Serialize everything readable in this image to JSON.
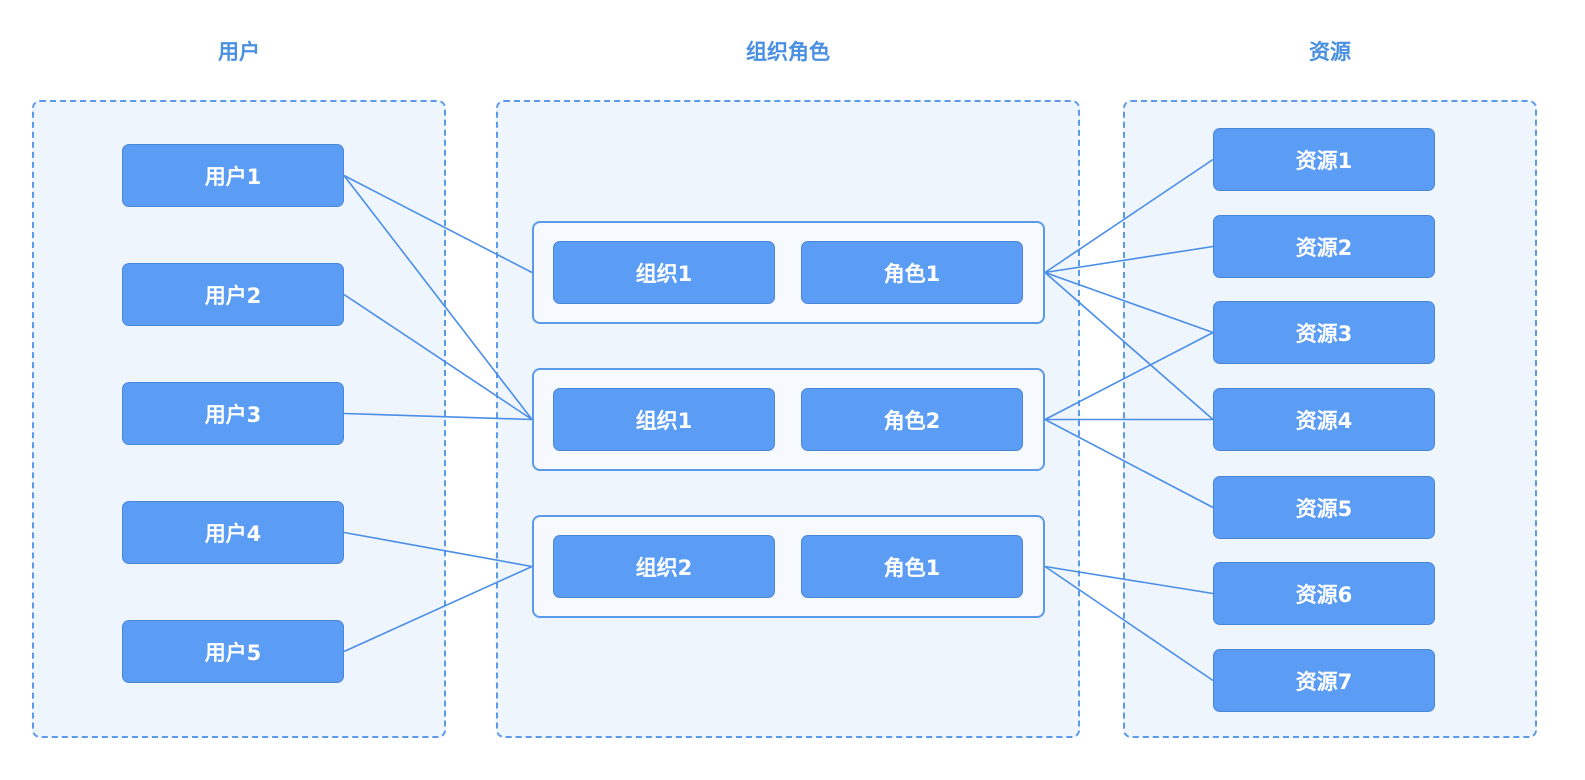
{
  "columns": {
    "users": "用户",
    "org_roles": "组织角色",
    "resources": "资源"
  },
  "users": [
    "用户1",
    "用户2",
    "用户3",
    "用户4",
    "用户5"
  ],
  "org_role_groups": [
    {
      "org": "组织1",
      "role": "角色1"
    },
    {
      "org": "组织1",
      "role": "角色2"
    },
    {
      "org": "组织2",
      "role": "角色1"
    }
  ],
  "resources": [
    "资源1",
    "资源2",
    "资源3",
    "资源4",
    "资源5",
    "资源6",
    "资源7"
  ],
  "user_links": [
    {
      "user": 0,
      "group": 0
    },
    {
      "user": 0,
      "group": 1
    },
    {
      "user": 1,
      "group": 1
    },
    {
      "user": 2,
      "group": 1
    },
    {
      "user": 3,
      "group": 2
    },
    {
      "user": 4,
      "group": 2
    }
  ],
  "resource_links": [
    {
      "group": 0,
      "resource": 0
    },
    {
      "group": 0,
      "resource": 1
    },
    {
      "group": 0,
      "resource": 2
    },
    {
      "group": 0,
      "resource": 3
    },
    {
      "group": 1,
      "resource": 2
    },
    {
      "group": 1,
      "resource": 3
    },
    {
      "group": 1,
      "resource": 4
    },
    {
      "group": 2,
      "resource": 5
    },
    {
      "group": 2,
      "resource": 6
    }
  ],
  "colors": {
    "accent": "#4a90e2",
    "node_fill": "#5b9cf5",
    "panel_fill": "#eff5fc",
    "link": "#4a8ee8"
  }
}
